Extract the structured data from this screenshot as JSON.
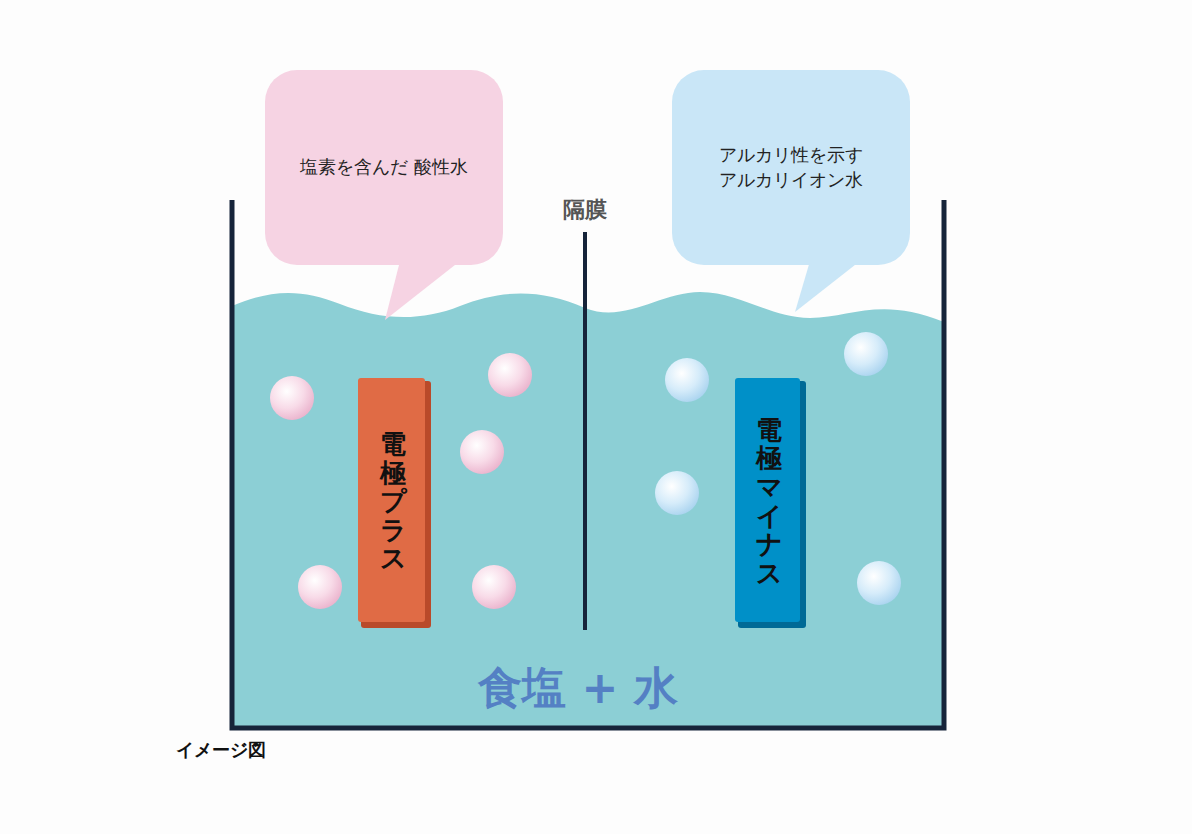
{
  "diagram": {
    "nodes": [
      {
        "text": [
          "塩素を含んだ 酸性水"
        ]
      },
      {
        "text": [
          "アルカリ性を示す アルカリイオン水"
        ]
      },
      {
        "text": [
          "電極プラス"
        ]
      },
      {
        "text": [
          "電極マイナス"
        ]
      }
    ],
    "labels": [
      "隔膜",
      "食塩 + 水",
      "イメージ図"
    ]
  }
}
